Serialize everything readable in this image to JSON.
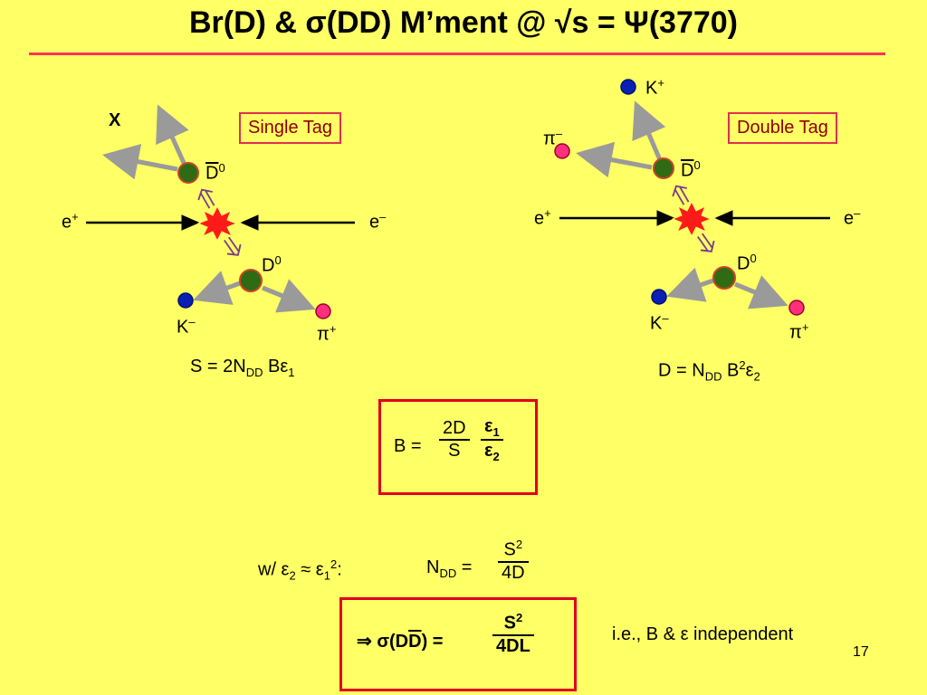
{
  "title": "Br(D) & σ(DD) M’ment @ √s = Ψ(3770)",
  "single": {
    "tag": "Single Tag",
    "x": "X",
    "dbar": "D",
    "dbar_sup": "0",
    "eplus": "e",
    "eplus_sup": "+",
    "eminus": "e",
    "eminus_sup": "–",
    "d0": "D",
    "d0_sup": "0",
    "kminus": "K",
    "kminus_sup": "–",
    "piplus": "π",
    "piplus_sup": "+",
    "formula_a": "S = 2N",
    "formula_sub": "DD",
    "formula_b": " Bε",
    "formula_sub2": "1"
  },
  "double": {
    "tag": "Double Tag",
    "kplus": "K",
    "kplus_sup": "+",
    "piminus": "π",
    "piminus_sup": "–",
    "dbar": "D",
    "dbar_sup": "0",
    "eplus": "e",
    "eplus_sup": "+",
    "eminus": "e",
    "eminus_sup": "–",
    "d0": "D",
    "d0_sup": "0",
    "kminus": "K",
    "kminus_sup": "–",
    "piplus": "π",
    "piplus_sup": "+",
    "formula_a": "D = N",
    "formula_sub": "DD",
    "formula_b": " B",
    "formula_sup": "2",
    "formula_c": "ε",
    "formula_sub2": "2"
  },
  "bformula": {
    "lhs": "B =",
    "num1": "2D",
    "den1": "S",
    "num2": "ε",
    "num2_sub": "1",
    "den2": "ε",
    "den2_sub": "2"
  },
  "approx": {
    "text_a": "w/ ε",
    "sub_a": "2",
    "text_b": " ≈ ε",
    "sub_b": "1",
    "sup_b": "2",
    "text_c": ":"
  },
  "ndd": {
    "lhs": "N",
    "lhs_sub": "DD",
    "eq": " =",
    "num": "S",
    "num_sup": "2",
    "den": "4D"
  },
  "sigma": {
    "lhs_a": "⇒ σ(D",
    "lhs_bar": "D",
    "lhs_b": ") =",
    "num": "S",
    "num_sup": "2",
    "den": "4DL"
  },
  "note": "i.e., B & ε independent",
  "page_number": "17",
  "colors": {
    "background": "#ffff66",
    "rule": "#ff3355",
    "d_meson": "#2e6b12",
    "kaon": "#0a1fb4",
    "pion": "#ff2f7d",
    "arrow_gray": "#9a9a9a",
    "burst": "#ff1a1a",
    "box_border": "#e00020"
  }
}
